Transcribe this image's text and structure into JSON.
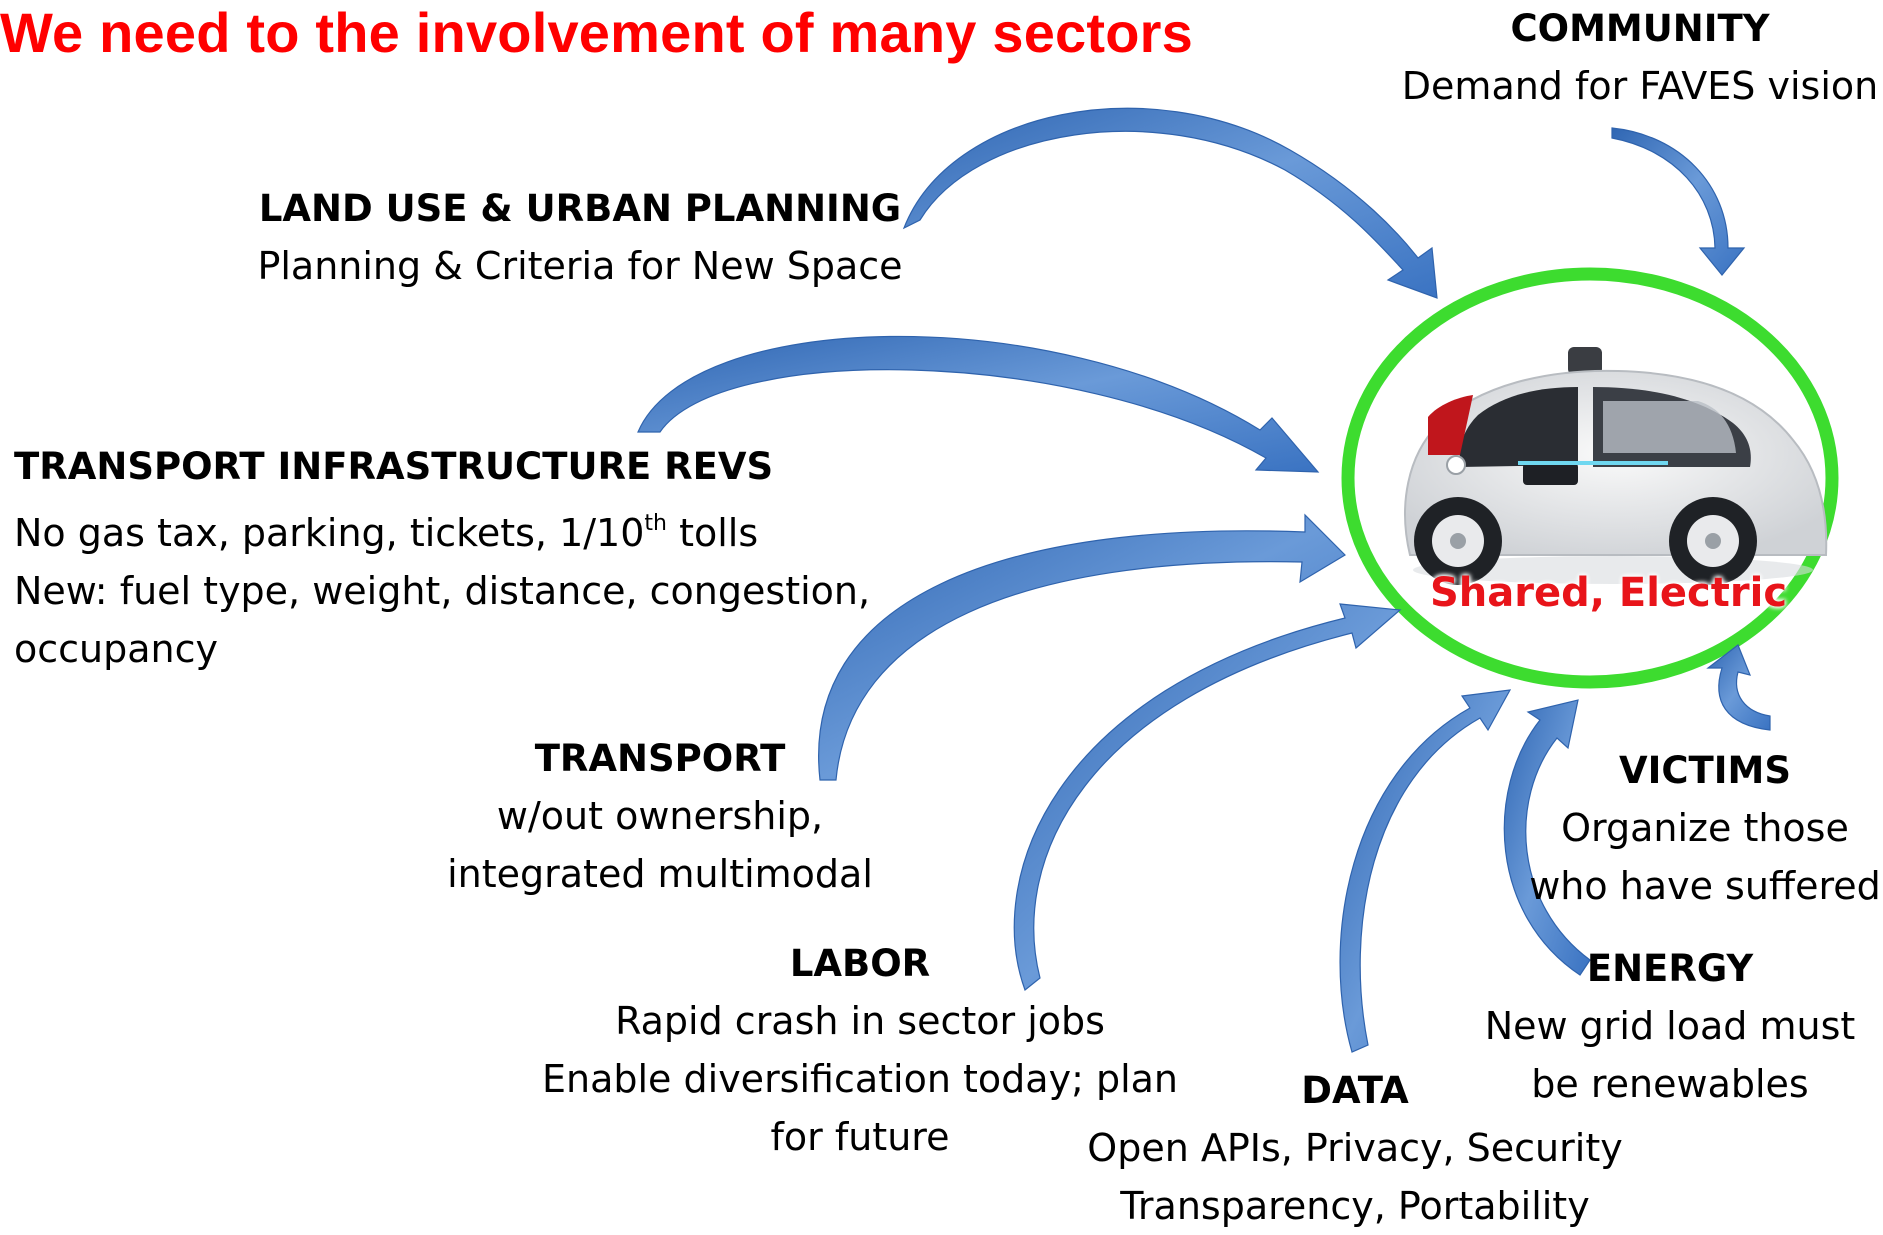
{
  "title": "We need to the involvement of many sectors",
  "hub": {
    "label": "Shared, Electric",
    "ring_color": "#3ddc2f",
    "label_color": "#e8141a",
    "image": "self-driving-car-icon"
  },
  "arrow_color": "#4a7fc8",
  "sectors": {
    "community": {
      "heading": "COMMUNITY",
      "lines": [
        "Demand for FAVES vision"
      ]
    },
    "land_use": {
      "heading": "LAND USE & URBAN PLANNING",
      "lines": [
        "Planning & Criteria for New Space"
      ]
    },
    "transport_infra": {
      "heading": "TRANSPORT INFRASTRUCTURE REVS",
      "line1_pre": "No gas tax, parking, tickets, 1/10",
      "line1_sup": "th",
      "line1_post": " tolls",
      "line2": "New: fuel type, weight, distance, congestion,",
      "line3": "occupancy"
    },
    "transport": {
      "heading": "TRANSPORT",
      "lines": [
        "w/out ownership,",
        "integrated multimodal"
      ]
    },
    "labor": {
      "heading": "LABOR",
      "lines": [
        "Rapid crash in sector jobs",
        "Enable diversification today; plan",
        "for future"
      ]
    },
    "data": {
      "heading": "DATA",
      "lines": [
        "Open APIs, Privacy, Security",
        "Transparency, Portability"
      ]
    },
    "energy": {
      "heading": "ENERGY",
      "lines": [
        "New grid load must",
        "be renewables"
      ]
    },
    "victims": {
      "heading": "VICTIMS",
      "lines": [
        "Organize those",
        "who have suffered"
      ]
    }
  }
}
